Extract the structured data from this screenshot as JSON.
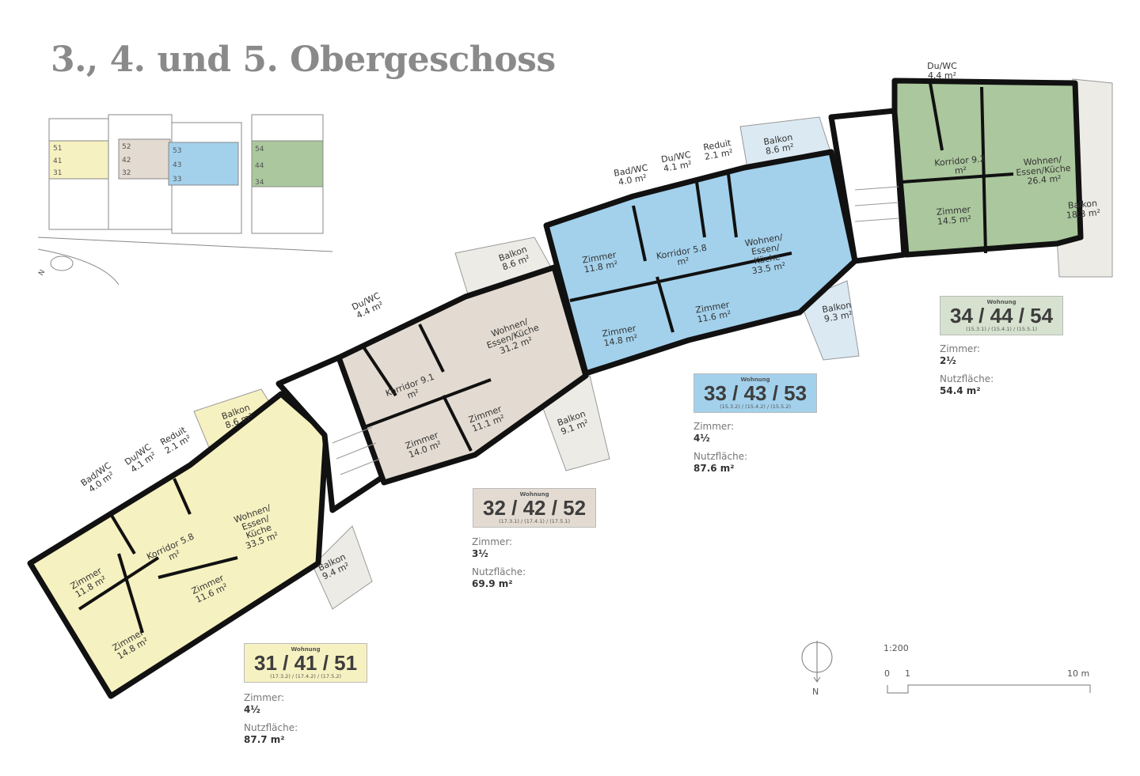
{
  "title": "3., 4. und 5. Obergeschoss",
  "colors": {
    "apt31": "#f6f1c0",
    "apt32": "#e3dbd1",
    "apt33": "#a3d1ec",
    "apt34": "#abc79d",
    "balcony": "#ecebe6",
    "balcony33": "#dbe9f2",
    "walls": "#111111"
  },
  "keyplan": {
    "col1": [
      "51",
      "41",
      "31"
    ],
    "col2": [
      "52",
      "42",
      "32"
    ],
    "col3": [
      "53",
      "43",
      "33"
    ],
    "col4": [
      "54",
      "44",
      "34"
    ],
    "north": "N"
  },
  "apartments": [
    {
      "wohnung": "Wohnung",
      "number": "31 / 41 / 51",
      "codes": "(17.3.2) / (17.4.2) / (17.5.2)",
      "zimmer_label": "Zimmer:",
      "zimmer": "4½",
      "flaeche_label": "Nutzfläche:",
      "flaeche": "87.7 m²",
      "rooms": [
        {
          "name": "Zimmer",
          "area": "11.8 m²"
        },
        {
          "name": "Zimmer",
          "area": "14.8 m²"
        },
        {
          "name": "Korridor 5.8 m²",
          "area": ""
        },
        {
          "name": "Zimmer",
          "area": "11.6 m²"
        },
        {
          "name": "Bad/WC",
          "area": "4.0 m²"
        },
        {
          "name": "Du/WC",
          "area": "4.1 m²"
        },
        {
          "name": "Reduit",
          "area": "2.1 m²"
        },
        {
          "name": "Wohnen/\nEssen/\nKüche",
          "area": "33.5 m²"
        },
        {
          "name": "Balkon",
          "area": "8.6 m²"
        },
        {
          "name": "Balkon",
          "area": "9.4 m²"
        }
      ]
    },
    {
      "wohnung": "Wohnung",
      "number": "32 / 42 / 52",
      "codes": "(17.3.1) / (17.4.1) / (17.5.1)",
      "zimmer_label": "Zimmer:",
      "zimmer": "3½",
      "flaeche_label": "Nutzfläche:",
      "flaeche": "69.9 m²",
      "rooms": [
        {
          "name": "Du/WC",
          "area": "4.4 m²"
        },
        {
          "name": "Korridor 9.1 m²",
          "area": ""
        },
        {
          "name": "Wohnen/\nEssen/Küche",
          "area": "31.2 m²"
        },
        {
          "name": "Zimmer",
          "area": "14.0 m²"
        },
        {
          "name": "Zimmer",
          "area": "11.1 m²"
        },
        {
          "name": "Balkon",
          "area": "8.6 m²"
        },
        {
          "name": "Balkon",
          "area": "9.1 m²"
        }
      ]
    },
    {
      "wohnung": "Wohnung",
      "number": "33 / 43 / 53",
      "codes": "(15.3.2) / (15.4.2) / (15.5.2)",
      "zimmer_label": "Zimmer:",
      "zimmer": "4½",
      "flaeche_label": "Nutzfläche:",
      "flaeche": "87.6 m²",
      "rooms": [
        {
          "name": "Zimmer",
          "area": "11.8 m²"
        },
        {
          "name": "Korridor 5.8 m²",
          "area": ""
        },
        {
          "name": "Bad/WC",
          "area": "4.0 m²"
        },
        {
          "name": "Du/WC",
          "area": "4.1 m²"
        },
        {
          "name": "Reduit",
          "area": "2.1 m²"
        },
        {
          "name": "Wohnen/\nEssen/\nKüche",
          "area": "33.5 m²"
        },
        {
          "name": "Zimmer",
          "area": "14.8 m²"
        },
        {
          "name": "Zimmer",
          "area": "11.6 m²"
        },
        {
          "name": "Balkon",
          "area": "8.6 m²"
        },
        {
          "name": "Balkon",
          "area": "9.3 m²"
        }
      ]
    },
    {
      "wohnung": "Wohnung",
      "number": "34 / 44 / 54",
      "codes": "(15.3.1) / (15.4.1) / (15.5.1)",
      "zimmer_label": "Zimmer:",
      "zimmer": "2½",
      "flaeche_label": "Nutzfläche:",
      "flaeche": "54.4 m²",
      "rooms": [
        {
          "name": "Du/WC",
          "area": "4.4 m²"
        },
        {
          "name": "Korridor 9.2 m²",
          "area": ""
        },
        {
          "name": "Wohnen/\nEssen/Küche",
          "area": "26.4 m²"
        },
        {
          "name": "Zimmer",
          "area": "14.5 m²"
        },
        {
          "name": "Balkon",
          "area": "18.3 m²"
        }
      ]
    }
  ],
  "north": "N",
  "scale": {
    "ratio": "1:200",
    "tick0": "0",
    "tick1": "1",
    "tick_end": "10 m"
  }
}
